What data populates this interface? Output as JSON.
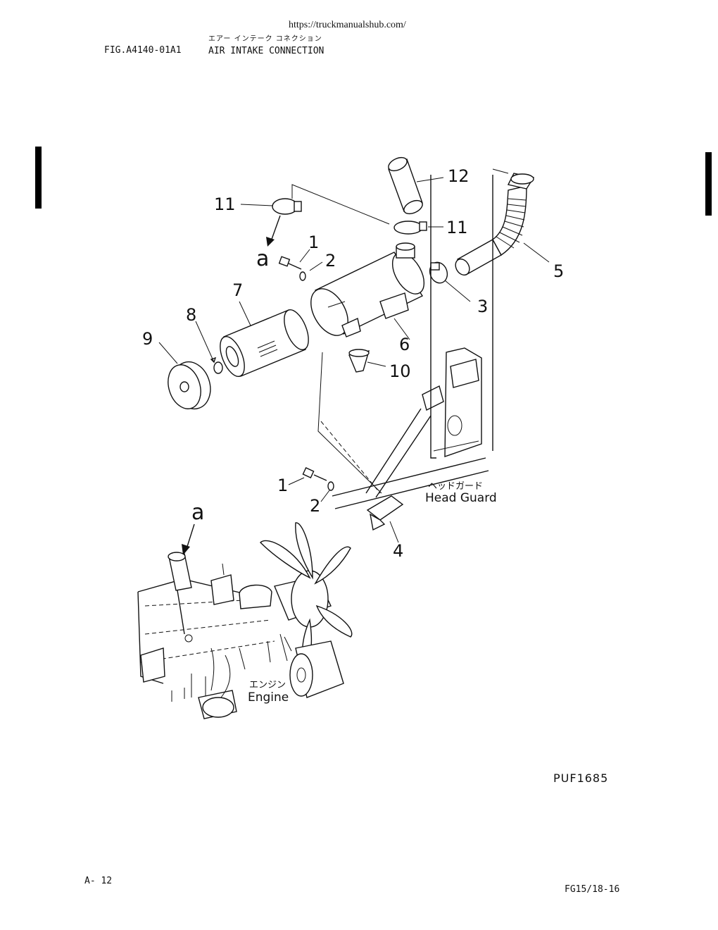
{
  "header": {
    "url": "https://truckmanualshub.com/",
    "title_jp": "エアー インテーク コネクション",
    "fig_number": "FIG.A4140-01A1",
    "fig_title": "AIR INTAKE CONNECTION"
  },
  "callouts": {
    "c1_top": "1",
    "c2_top": "2",
    "c3": "3",
    "c4": "4",
    "c5": "5",
    "c6": "6",
    "c7": "7",
    "c8": "8",
    "c9": "9",
    "c10": "10",
    "c11_left": "11",
    "c11_right": "11",
    "c12": "12",
    "c1_bottom": "1",
    "c2_bottom": "2",
    "a_top": "a",
    "a_bottom": "a"
  },
  "labels": {
    "head_guard_jp": "ヘッドガード",
    "head_guard_en": "Head Guard",
    "engine_jp": "エンジン",
    "engine_en": "Engine"
  },
  "footer": {
    "drawing_code": "PUF1685",
    "page": "A- 12",
    "model": "FG15/18-16"
  }
}
